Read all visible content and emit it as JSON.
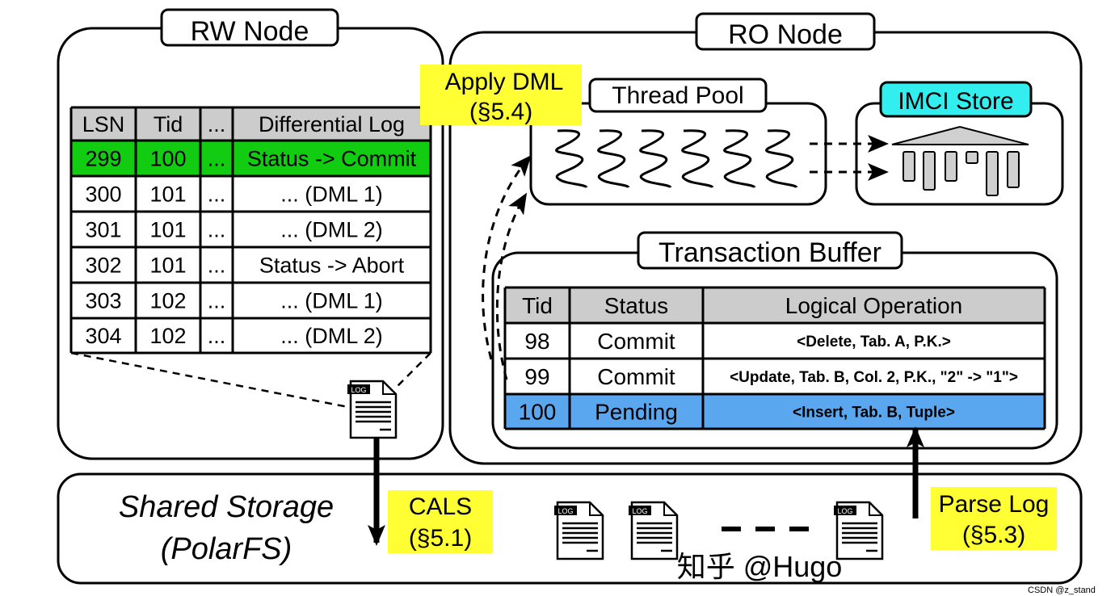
{
  "rw_node": {
    "title": "RW Node",
    "log_table": {
      "headers": [
        "LSN",
        "Tid",
        "...",
        "Differential Log"
      ],
      "rows": [
        [
          "299",
          "100",
          "...",
          "Status -> Commit"
        ],
        [
          "300",
          "101",
          "...",
          "... (DML 1)"
        ],
        [
          "301",
          "101",
          "...",
          "... (DML 2)"
        ],
        [
          "302",
          "101",
          "...",
          "Status -> Abort"
        ],
        [
          "303",
          "102",
          "...",
          "... (DML 1)"
        ],
        [
          "304",
          "102",
          "...",
          "... (DML 2)"
        ]
      ],
      "highlight_color": "#11cc11"
    }
  },
  "ro_node": {
    "title": "RO Node",
    "thread_pool": "Thread Pool",
    "imci_store": "IMCI Store",
    "imci_color": "#33eeee",
    "transaction_buffer": {
      "title": "Transaction Buffer",
      "headers": [
        "Tid",
        "Status",
        "Logical Operation"
      ],
      "rows": [
        [
          "98",
          "Commit",
          "<Delete, Tab. A, P.K.>"
        ],
        [
          "99",
          "Commit",
          "<Update, Tab. B, Col. 2, P.K., \"2\" -> \"1\">"
        ],
        [
          "100",
          "Pending",
          "<Insert, Tab. B, Tuple>"
        ]
      ],
      "highlight_color": "#5aa7ef"
    }
  },
  "annotations": {
    "apply_dml": [
      "Apply DML",
      "(§5.4)"
    ],
    "cals": [
      "CALS",
      "(§5.1)"
    ],
    "parse_log": [
      "Parse Log",
      "(§5.3)"
    ],
    "color": "#ffff33"
  },
  "shared_storage": [
    "Shared Storage",
    "(PolarFS)"
  ],
  "log_icon_label": "LOG",
  "watermarks": [
    "知乎 @Hugo",
    "CSDN @z_stand"
  ]
}
